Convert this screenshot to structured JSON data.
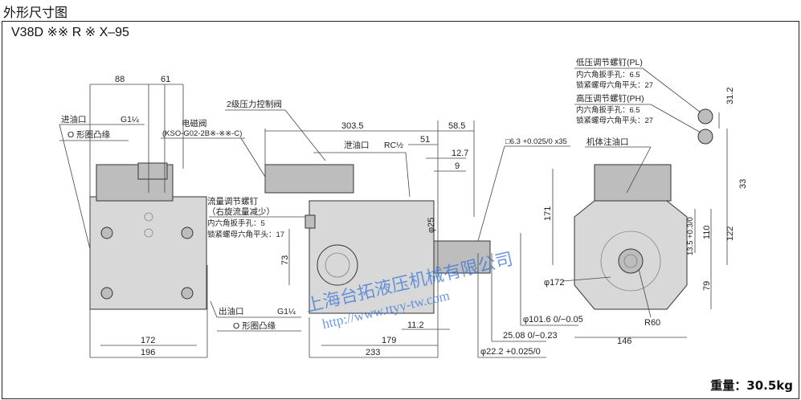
{
  "title": "外形尺寸图",
  "model": "V38D ※※ R ※ X–95",
  "weight": "重量：30.5kg",
  "left_view": {
    "dims": {
      "d88": "88",
      "d61": "61",
      "d172": "172",
      "d196": "196",
      "d73": "73"
    },
    "inlet_label": "进油口",
    "inlet_thread": "G1¼",
    "inlet_flange": "O 形圈凸缘",
    "outlet_label": "出油口",
    "outlet_thread": "G1¼",
    "outlet_flange": "O 形圈凸缘",
    "solenoid_label": "电磁阀",
    "solenoid_model": "(KSO-G02-2B※-※※-C)"
  },
  "middle_view": {
    "two_stage_label": "2级压力控制阀",
    "flow_screw_label": "流量调节螺钉",
    "flow_screw_note": "（右旋流量减少）",
    "hex_socket": "内六角扳手孔：5",
    "lock_nut": "锁紧螺母六角平头：17",
    "drain_label": "泄油口",
    "drain_thread": "RC½",
    "dims": {
      "d303_5": "303.5",
      "d58_5": "58.5",
      "d51": "51",
      "d12_7": "12.7",
      "d9": "9",
      "d25": "φ25",
      "d11_2": "11.2",
      "d179": "179",
      "d233": "233"
    },
    "key_label": "□6.3 +0.025/0 x35"
  },
  "shaft": {
    "d101_6": "φ101.6 0/−0.05",
    "d25_08": "25.08 0/−0.23",
    "d22_2": "φ22.2 +0.025/0"
  },
  "right_view": {
    "low_screw_label": "低压调节螺钉(PL)",
    "low_hex": "内六角扳手孔：6.5",
    "low_nut": "锁紧螺母六角平头：27",
    "high_screw_label": "高压调节螺钉(PH)",
    "high_hex": "内六角扳手孔：6.5",
    "high_nut": "锁紧螺母六角平头：27",
    "fill_port_label": "机体注油口",
    "dims": {
      "d31_2": "31.2",
      "d33": "33",
      "d171": "171",
      "d122": "122",
      "d110": "110",
      "d13_5": "13.5 +0.3/0",
      "d79": "79",
      "d172": "φ172",
      "r60": "R60",
      "d146": "146"
    }
  },
  "watermark": {
    "company": "上海台拓液压机械有限公司",
    "url": "http://www.ttyy-tw.com"
  }
}
